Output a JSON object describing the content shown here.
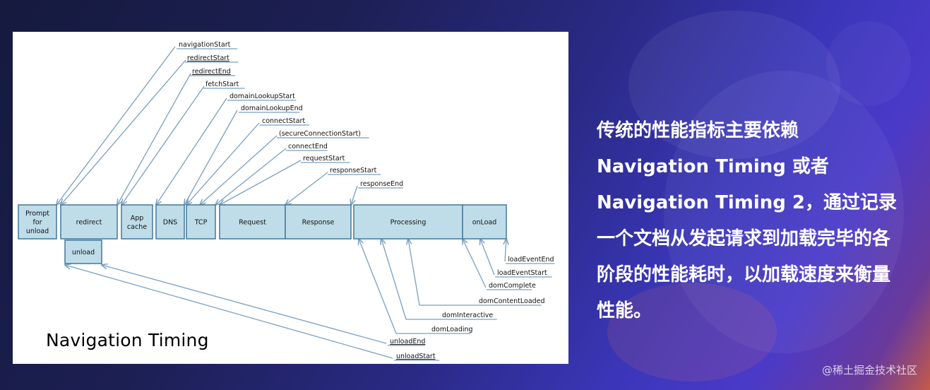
{
  "diagram": {
    "caption": "Navigation Timing",
    "phases": [
      {
        "id": "prompt",
        "lines": [
          "Prompt",
          "for",
          "unload"
        ]
      },
      {
        "id": "redirect",
        "lines": [
          "redirect"
        ]
      },
      {
        "id": "unload",
        "lines": [
          "unload"
        ]
      },
      {
        "id": "appcache",
        "lines": [
          "App",
          "cache"
        ]
      },
      {
        "id": "dns",
        "lines": [
          "DNS"
        ]
      },
      {
        "id": "tcp",
        "lines": [
          "TCP"
        ]
      },
      {
        "id": "request",
        "lines": [
          "Request"
        ]
      },
      {
        "id": "response",
        "lines": [
          "Response"
        ]
      },
      {
        "id": "processing",
        "lines": [
          "Processing"
        ]
      },
      {
        "id": "onload",
        "lines": [
          "onLoad"
        ]
      }
    ],
    "top_events": [
      {
        "id": "navigationStart",
        "label": "navigationStart",
        "underline": false
      },
      {
        "id": "redirectStart",
        "label": "redirectStart",
        "underline": true
      },
      {
        "id": "redirectEnd",
        "label": "redirectEnd",
        "underline": true
      },
      {
        "id": "fetchStart",
        "label": "fetchStart",
        "underline": false
      },
      {
        "id": "domainLookupStart",
        "label": "domainLookupStart",
        "underline": false
      },
      {
        "id": "domainLookupEnd",
        "label": "domainLookupEnd",
        "underline": false
      },
      {
        "id": "connectStart",
        "label": "connectStart",
        "underline": false
      },
      {
        "id": "secureConnectionStart",
        "label": "(secureConnectionStart)",
        "underline": false
      },
      {
        "id": "connectEnd",
        "label": "connectEnd",
        "underline": false
      },
      {
        "id": "requestStart",
        "label": "requestStart",
        "underline": false
      },
      {
        "id": "responseStart",
        "label": "responseStart",
        "underline": false
      },
      {
        "id": "responseEnd",
        "label": "responseEnd",
        "underline": false
      }
    ],
    "bottom_events": [
      {
        "id": "loadEventEnd",
        "label": "loadEventEnd",
        "underline": false
      },
      {
        "id": "loadEventStart",
        "label": "loadEventStart",
        "underline": false
      },
      {
        "id": "domComplete",
        "label": "domComplete",
        "underline": false
      },
      {
        "id": "domContentLoaded",
        "label": "domContentLoaded",
        "underline": false
      },
      {
        "id": "domInteractive",
        "label": "domInteractive",
        "underline": false
      },
      {
        "id": "domLoading",
        "label": "domLoading",
        "underline": false
      },
      {
        "id": "unloadEnd",
        "label": "unloadEnd",
        "underline": true
      },
      {
        "id": "unloadStart",
        "label": "unloadStart",
        "underline": true
      }
    ],
    "colors": {
      "box_fill": "#bfdde9",
      "box_stroke": "#4a7fa0",
      "arrow": "#7b9fbe"
    }
  },
  "slide_text": [
    "传统的性能指标主要依赖",
    "Navigation Timing 或者",
    "Navigation Timing 2，通过记录",
    "一个文档从发起请求到加载完毕的各",
    "阶段的性能耗时，以加载速度来衡量",
    "性能。"
  ],
  "watermark": "@稀土掘金技术社区"
}
